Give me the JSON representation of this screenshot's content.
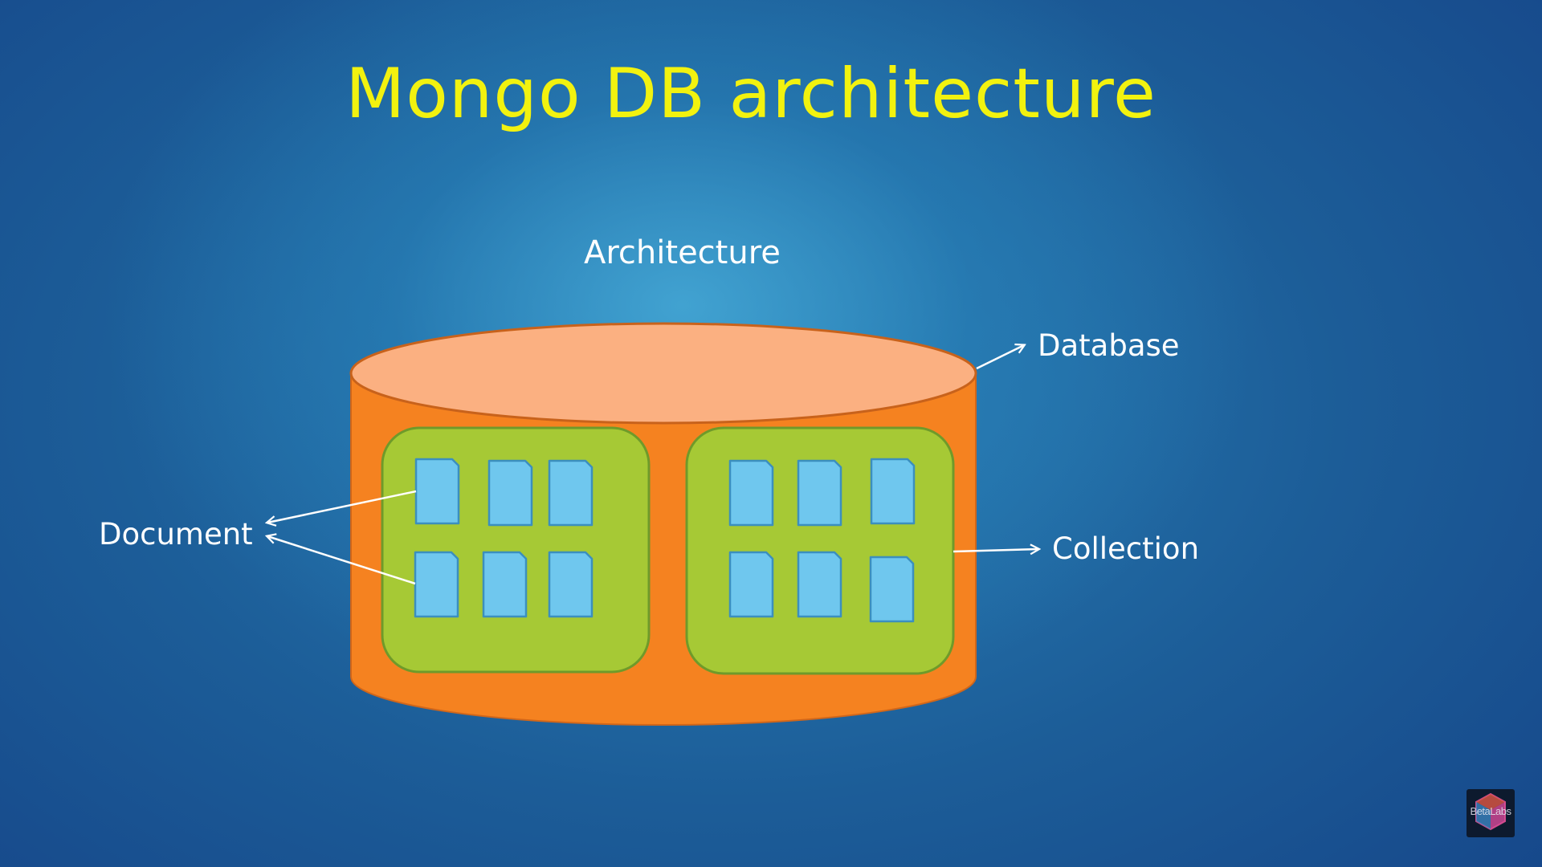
{
  "slide": {
    "title": "Mongo DB architecture",
    "subtitle": "Architecture"
  },
  "diagram": {
    "labels": {
      "database": "Database",
      "collection": "Collection",
      "document": "Document"
    },
    "collections": [
      {
        "documents": 6
      },
      {
        "documents": 6
      }
    ]
  },
  "branding": {
    "logo_text": "BetaLabs"
  },
  "colors": {
    "title": "#f2f20f",
    "cylinder_body": "#f58220",
    "cylinder_top": "#fbb081",
    "collection_fill": "#a6c935",
    "document_fill": "#6fc7ee"
  }
}
